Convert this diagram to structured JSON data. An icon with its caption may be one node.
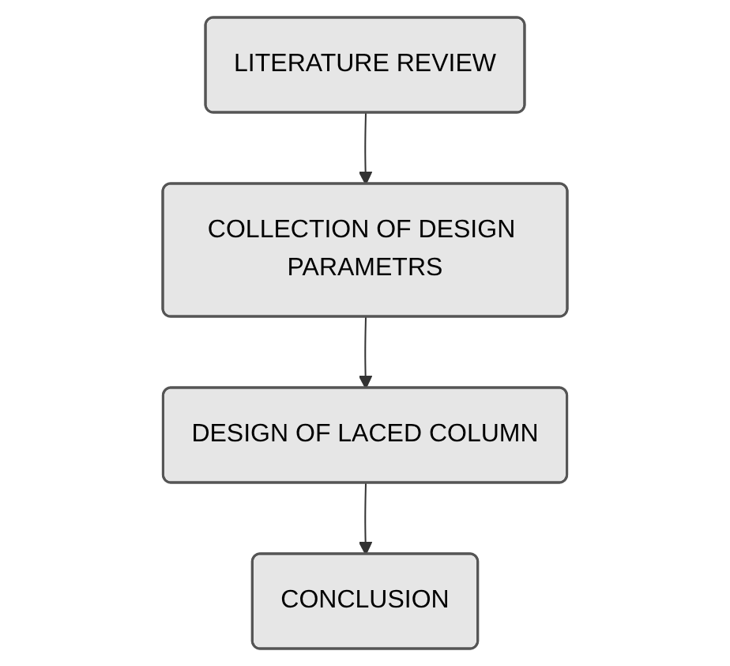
{
  "diagram": {
    "nodes": [
      {
        "text": [
          "LITERATURE REVIEW"
        ]
      },
      {
        "text": [
          "COLLECTION OF DESIGN PARAMETRS"
        ]
      },
      {
        "text": [
          "DESIGN OF LACED COLUMN"
        ]
      },
      {
        "text": [
          "CONCLUSION"
        ]
      }
    ],
    "edges": [
      {
        "from": 0,
        "to": 1,
        "arrow": "to"
      },
      {
        "from": 1,
        "to": 2,
        "arrow": "to"
      },
      {
        "from": 2,
        "to": 3,
        "arrow": "to"
      }
    ]
  }
}
